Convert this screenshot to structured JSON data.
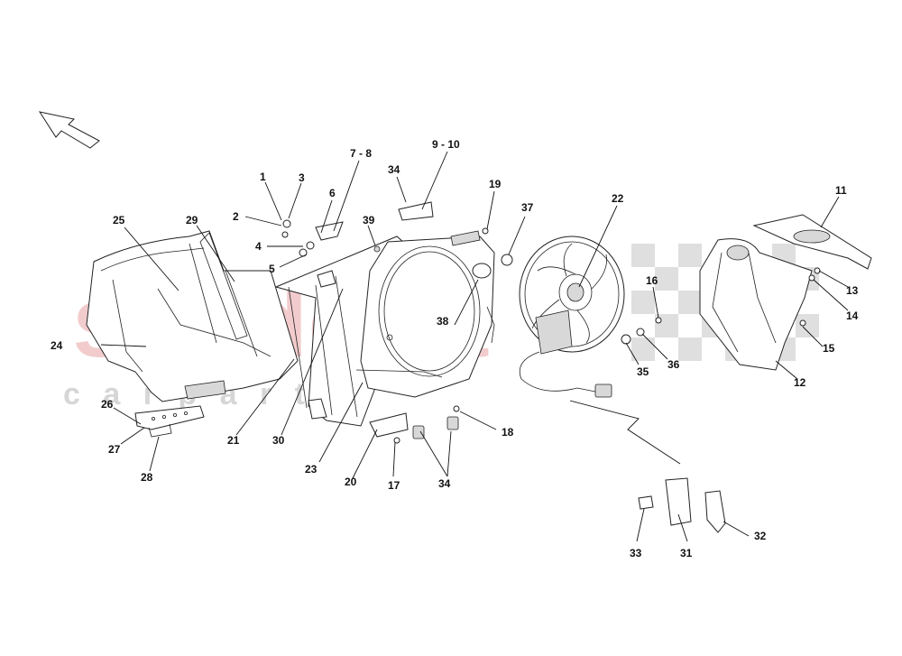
{
  "watermark": {
    "main": "scuderia",
    "sub": "c a r p a r t s",
    "color": "#e9a3a6",
    "sub_color": "#d6d6d6"
  },
  "labels": [
    {
      "id": "1",
      "text": "1"
    },
    {
      "id": "2",
      "text": "2"
    },
    {
      "id": "3",
      "text": "3"
    },
    {
      "id": "4",
      "text": "4"
    },
    {
      "id": "5",
      "text": "5"
    },
    {
      "id": "6",
      "text": "6"
    },
    {
      "id": "7-8",
      "text": "7 - 8"
    },
    {
      "id": "9-10",
      "text": "9 - 10"
    },
    {
      "id": "11",
      "text": "11"
    },
    {
      "id": "12",
      "text": "12"
    },
    {
      "id": "13",
      "text": "13"
    },
    {
      "id": "14",
      "text": "14"
    },
    {
      "id": "15",
      "text": "15"
    },
    {
      "id": "16",
      "text": "16"
    },
    {
      "id": "17",
      "text": "17"
    },
    {
      "id": "18",
      "text": "18"
    },
    {
      "id": "19",
      "text": "19"
    },
    {
      "id": "20",
      "text": "20"
    },
    {
      "id": "21",
      "text": "21"
    },
    {
      "id": "22",
      "text": "22"
    },
    {
      "id": "23",
      "text": "23"
    },
    {
      "id": "24",
      "text": "24"
    },
    {
      "id": "25",
      "text": "25"
    },
    {
      "id": "26",
      "text": "26"
    },
    {
      "id": "27",
      "text": "27"
    },
    {
      "id": "28",
      "text": "28"
    },
    {
      "id": "29",
      "text": "29"
    },
    {
      "id": "30",
      "text": "30"
    },
    {
      "id": "31",
      "text": "31"
    },
    {
      "id": "32",
      "text": "32"
    },
    {
      "id": "33",
      "text": "33"
    },
    {
      "id": "34a",
      "text": "34"
    },
    {
      "id": "34b",
      "text": "34"
    },
    {
      "id": "35",
      "text": "35"
    },
    {
      "id": "36",
      "text": "36"
    },
    {
      "id": "37",
      "text": "37"
    },
    {
      "id": "38",
      "text": "38"
    },
    {
      "id": "39",
      "text": "39"
    }
  ]
}
